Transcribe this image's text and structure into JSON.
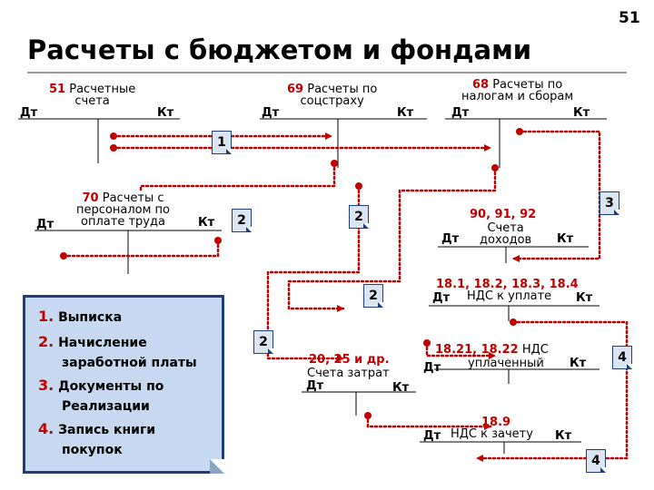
{
  "page": {
    "number": "51",
    "title": "Расчеты с бюджетом и фондами"
  },
  "accounts": {
    "a51": {
      "num": "51",
      "text1": "Расчетные",
      "text2": "счета",
      "dt": "Дт",
      "kt": "Кт"
    },
    "a69": {
      "num": "69",
      "text1": "Расчеты по",
      "text2": "соцстраху",
      "dt": "Дт",
      "kt": "Кт"
    },
    "a68": {
      "num": "68",
      "text1": "Расчеты по",
      "text2": "налогам и сборам",
      "dt": "Дт",
      "kt": "Кт"
    },
    "a70": {
      "num": "70",
      "text1": "Расчеты с",
      "text2": "персоналом по",
      "text3": "оплате труда",
      "dt": "Дт",
      "kt": "Кт"
    },
    "a90": {
      "num": "90, 91, 92",
      "text1": "Счета",
      "text2": "доходов",
      "dt": "Дт",
      "kt": "Кт"
    },
    "a18_1": {
      "num": "18.1, 18.2, 18.3, 18.4",
      "text": "НДС к уплате",
      "dt": "Дт",
      "kt": "Кт"
    },
    "a18_21": {
      "num": "18.21, 18.22",
      "text1": "НДС",
      "text2": "уплаченный",
      "dt": "Дт",
      "kt": "Кт"
    },
    "a20": {
      "num": "20, 25 и др.",
      "text": "Счета затрат",
      "dt": "Дт",
      "kt": "Кт"
    },
    "a18_9": {
      "num": "18.9",
      "text": "НДС к зачету",
      "dt": "Дт",
      "kt": "Кт"
    }
  },
  "badges": {
    "b1": "1",
    "b2a": "2",
    "b2b": "2",
    "b2c": "2",
    "b2d": "2",
    "b3": "3",
    "b4a": "4",
    "b4b": "4"
  },
  "legend": [
    {
      "n": "1.",
      "line1": "Выписка",
      "line2": ""
    },
    {
      "n": "2.",
      "line1": "Начисление",
      "line2": "заработной платы"
    },
    {
      "n": "3.",
      "line1": "Документы по",
      "line2": "Реализации"
    },
    {
      "n": "4.",
      "line1": "Запись книги",
      "line2": "покупок"
    }
  ],
  "colors": {
    "accent_red": "#c00000",
    "legend_bg": "#c6d9f0",
    "legend_border": "#1f3d7a"
  }
}
